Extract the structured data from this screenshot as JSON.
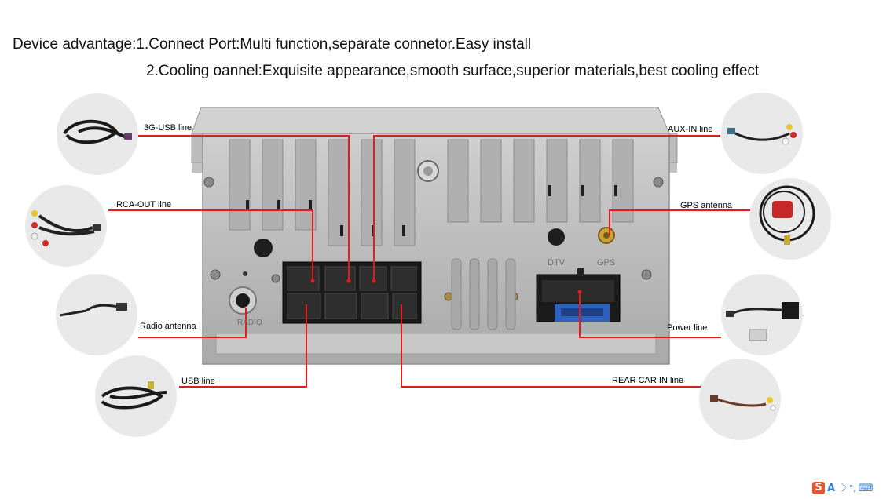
{
  "header": {
    "line1": "Device advantage:1.Connect Port:Multi function,separate connetor.Easy install",
    "line2": "2.Cooling oannel:Exquisite appearance,smooth surface,superior materials,best cooling effect"
  },
  "device": {
    "label_dtv": "DTV",
    "label_gps": "GPS",
    "label_radio": "RADIO"
  },
  "labels": {
    "usb3g": "3G-USB line",
    "rca_out": "RCA-OUT line",
    "radio_antenna": "Radio antenna",
    "usb": "USB line",
    "aux_in": "AUX-IN line",
    "gps_antenna": "GPS antenna",
    "power": "Power line",
    "rear_car": "REAR CAR IN line"
  },
  "colors": {
    "callout_line": "#e31b1b",
    "panel": "#b9b9b9",
    "connector": "#1c1c1c",
    "fuse": "#2f5fbf"
  },
  "toolbar": {
    "icons": [
      "sogou-s-icon",
      "letter-a-icon",
      "moon-icon",
      "punctuation-icon",
      "keyboard-icon"
    ],
    "s": "S",
    "a": "A",
    "moon": "☽",
    "punct": "°,",
    "kbd": "⌨"
  }
}
